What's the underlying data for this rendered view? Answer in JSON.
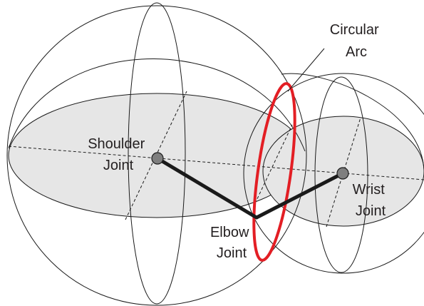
{
  "labels": {
    "circular_arc": [
      "Circular",
      "Arc"
    ],
    "shoulder_joint": [
      "Shoulder",
      "Joint"
    ],
    "elbow_joint": [
      "Elbow",
      "Joint"
    ],
    "wrist_joint": [
      "Wrist",
      "Joint"
    ]
  },
  "colors": {
    "outline": "#1a1a1a",
    "disk_fill": "#e6e6e6",
    "arm": "#1a1a1a",
    "circular_arc": "#e31e24",
    "joint": "#7f7f7f"
  }
}
